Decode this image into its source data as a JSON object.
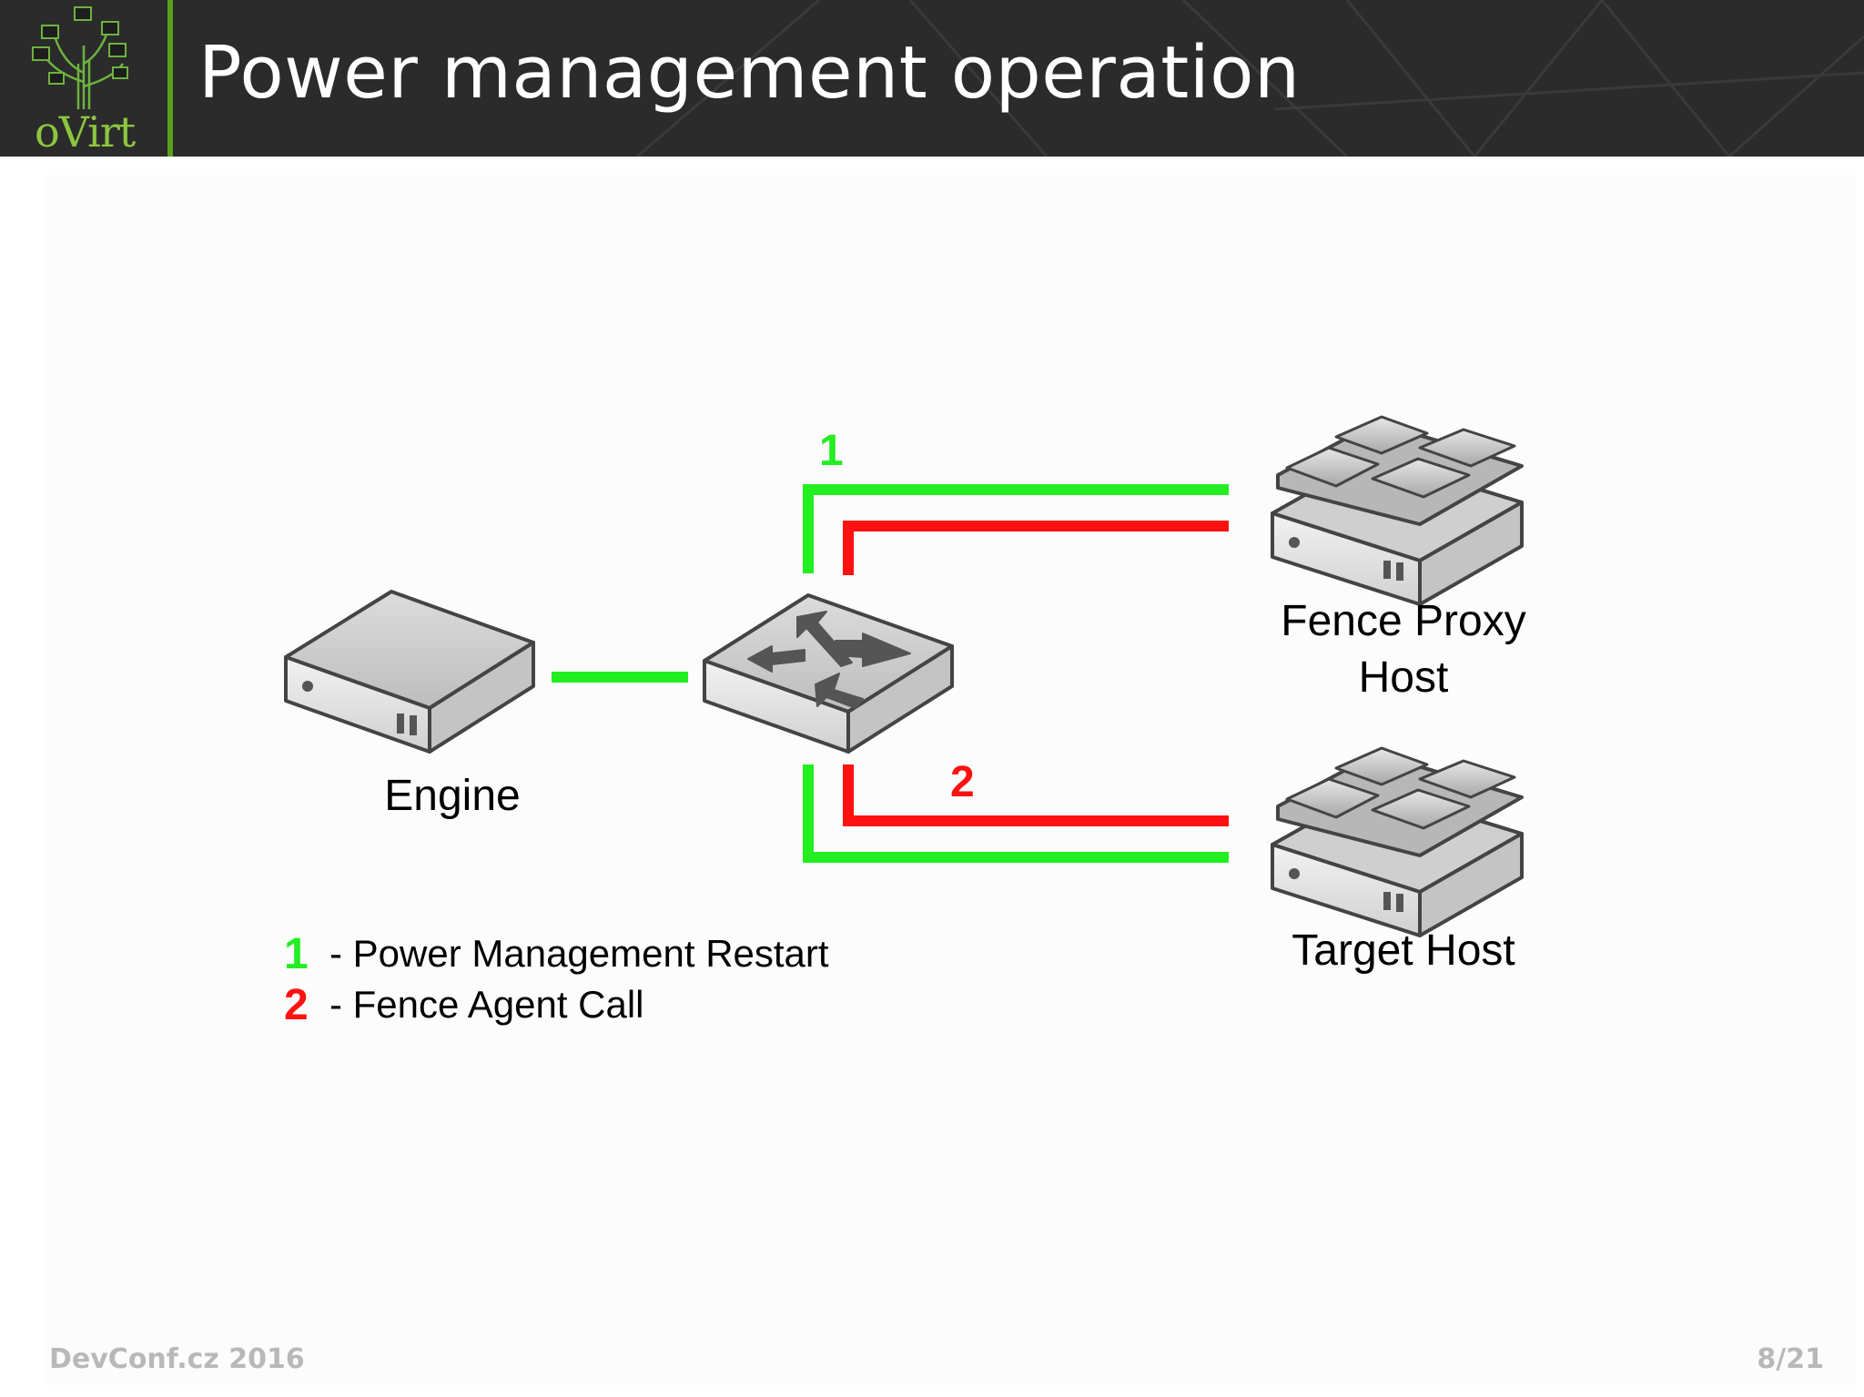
{
  "slide": {
    "title": "Power management operation",
    "logo_text": "oVirt",
    "footer_left": "DevConf.cz 2016",
    "footer_right": "8/21"
  },
  "diagram": {
    "nodes": {
      "engine": "Engine",
      "fence_proxy_line1": "Fence Proxy",
      "fence_proxy_line2": "Host",
      "target": "Target Host"
    },
    "paths": {
      "green_label": "1",
      "red_label": "2"
    },
    "colors": {
      "green": "#22ee22",
      "red": "#ff1111"
    },
    "legend": [
      {
        "num": "1",
        "text": "- Power Management Restart",
        "color": "#22ee22"
      },
      {
        "num": "2",
        "text": "- Fence Agent Call",
        "color": "#ff1111"
      }
    ]
  }
}
